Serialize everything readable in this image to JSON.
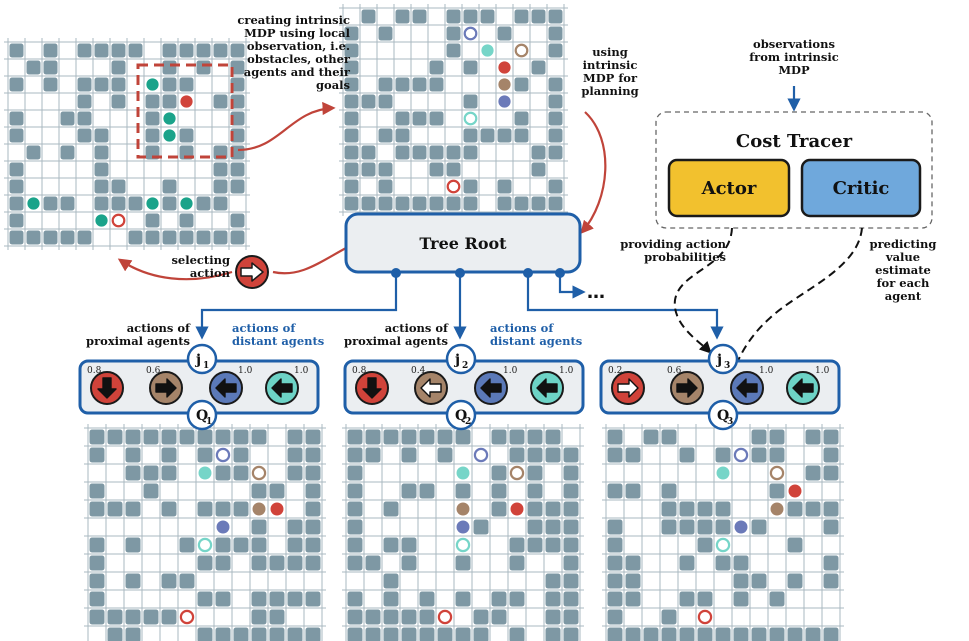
{
  "labels": {
    "intrinsic_mdp": "creating intrinsic\nMDP using local\nobservation, i.e.\nobstacles, other\nagents and their\ngoals",
    "using_mdp": "using\nintrinsic\nMDP for\nplanning",
    "observations": "observations\nfrom intrinsic\nMDP",
    "selecting_action": "selecting\naction",
    "providing_probs": "providing action\nprobabilities",
    "predicting_value": "predicting\nvalue\nestimate\nfor each\nagent",
    "proximal_1": "actions of\nproximal agents",
    "distant_1": "actions of\ndistant agents",
    "proximal_2": "actions of\nproximal agents",
    "distant_2": "actions of\ndistant agents",
    "ellipsis": "…"
  },
  "tree_root": "Tree Root",
  "cost_tracer": {
    "title": "Cost Tracer",
    "actor": "Actor",
    "critic": "Critic"
  },
  "nodes": [
    {
      "j_letter": "j",
      "j_sub": "1",
      "q_letter": "Q",
      "q_sub": "1",
      "probs": [
        "0.8",
        "0.6",
        "1.0",
        "1.0"
      ],
      "actions": [
        {
          "color": "#d0433a",
          "dir": "down",
          "filled": true
        },
        {
          "color": "#a58469",
          "dir": "right",
          "filled": true
        },
        {
          "color": "#5b79b8",
          "dir": "left",
          "filled": true
        },
        {
          "color": "#6dd3c6",
          "dir": "left",
          "filled": true
        }
      ]
    },
    {
      "j_letter": "j",
      "j_sub": "2",
      "q_letter": "Q",
      "q_sub": "2",
      "probs": [
        "0.8",
        "0.4",
        "1.0",
        "1.0"
      ],
      "actions": [
        {
          "color": "#d0433a",
          "dir": "down",
          "filled": true
        },
        {
          "color": "#a58469",
          "dir": "left",
          "filled": false
        },
        {
          "color": "#5b79b8",
          "dir": "left",
          "filled": true
        },
        {
          "color": "#6dd3c6",
          "dir": "left",
          "filled": true
        }
      ]
    },
    {
      "j_letter": "j",
      "j_sub": "3",
      "q_letter": "Q",
      "q_sub": "3",
      "probs": [
        "0.2",
        "0.6",
        "1.0",
        "1.0"
      ],
      "actions": [
        {
          "color": "#d0433a",
          "dir": "right",
          "filled": false
        },
        {
          "color": "#a58469",
          "dir": "right",
          "filled": true
        },
        {
          "color": "#5b79b8",
          "dir": "left",
          "filled": true
        },
        {
          "color": "#6dd3c6",
          "dir": "left",
          "filled": true
        }
      ]
    }
  ],
  "colors": {
    "obstacle": "#7e98a4",
    "grid_line": "#aab8c0",
    "blue_edge": "#1f5fa8",
    "red_arrow": "#c0443a",
    "teal": "#1aa38a",
    "agent_red": "#d0433a",
    "agent_brown": "#a58469",
    "agent_blue": "#6b7ab9",
    "agent_cyan": "#76d5c8",
    "actor_fill": "#f2c12e",
    "critic_fill": "#6fa8dc",
    "root_fill": "#ebeef1"
  }
}
